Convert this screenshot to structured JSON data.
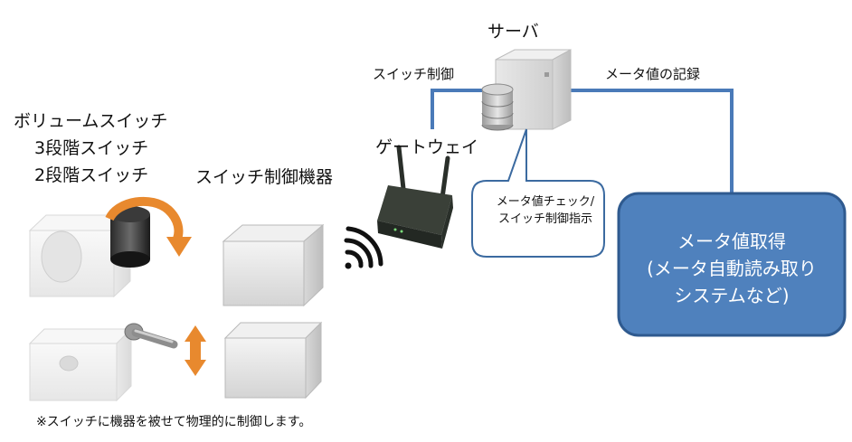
{
  "labels": {
    "server": "サーバ",
    "switch_control": "スイッチ制御",
    "meter_record": "メータ値の記録",
    "gateway": "ゲートウェイ",
    "volume_switch": "ボリュームスイッチ",
    "three_step_switch": "3段階スイッチ",
    "two_step_switch": "2段階スイッチ",
    "switch_control_device": "スイッチ制御機器",
    "footnote": "※スイッチに機器を被せて物理的に制御します。"
  },
  "callout": {
    "line1": "メータ値チェック/",
    "line2": "スイッチ制御指示"
  },
  "panel": {
    "line1": "メータ値取得",
    "line2": "(メータ自動読み取り",
    "line3": "システムなど)"
  },
  "colors": {
    "connector": "#4a7ab8",
    "panel_fill": "#4f81bd",
    "panel_border": "#2f5a8f",
    "callout_border": "#3b6aa0",
    "arrow_orange": "#e8892e"
  }
}
